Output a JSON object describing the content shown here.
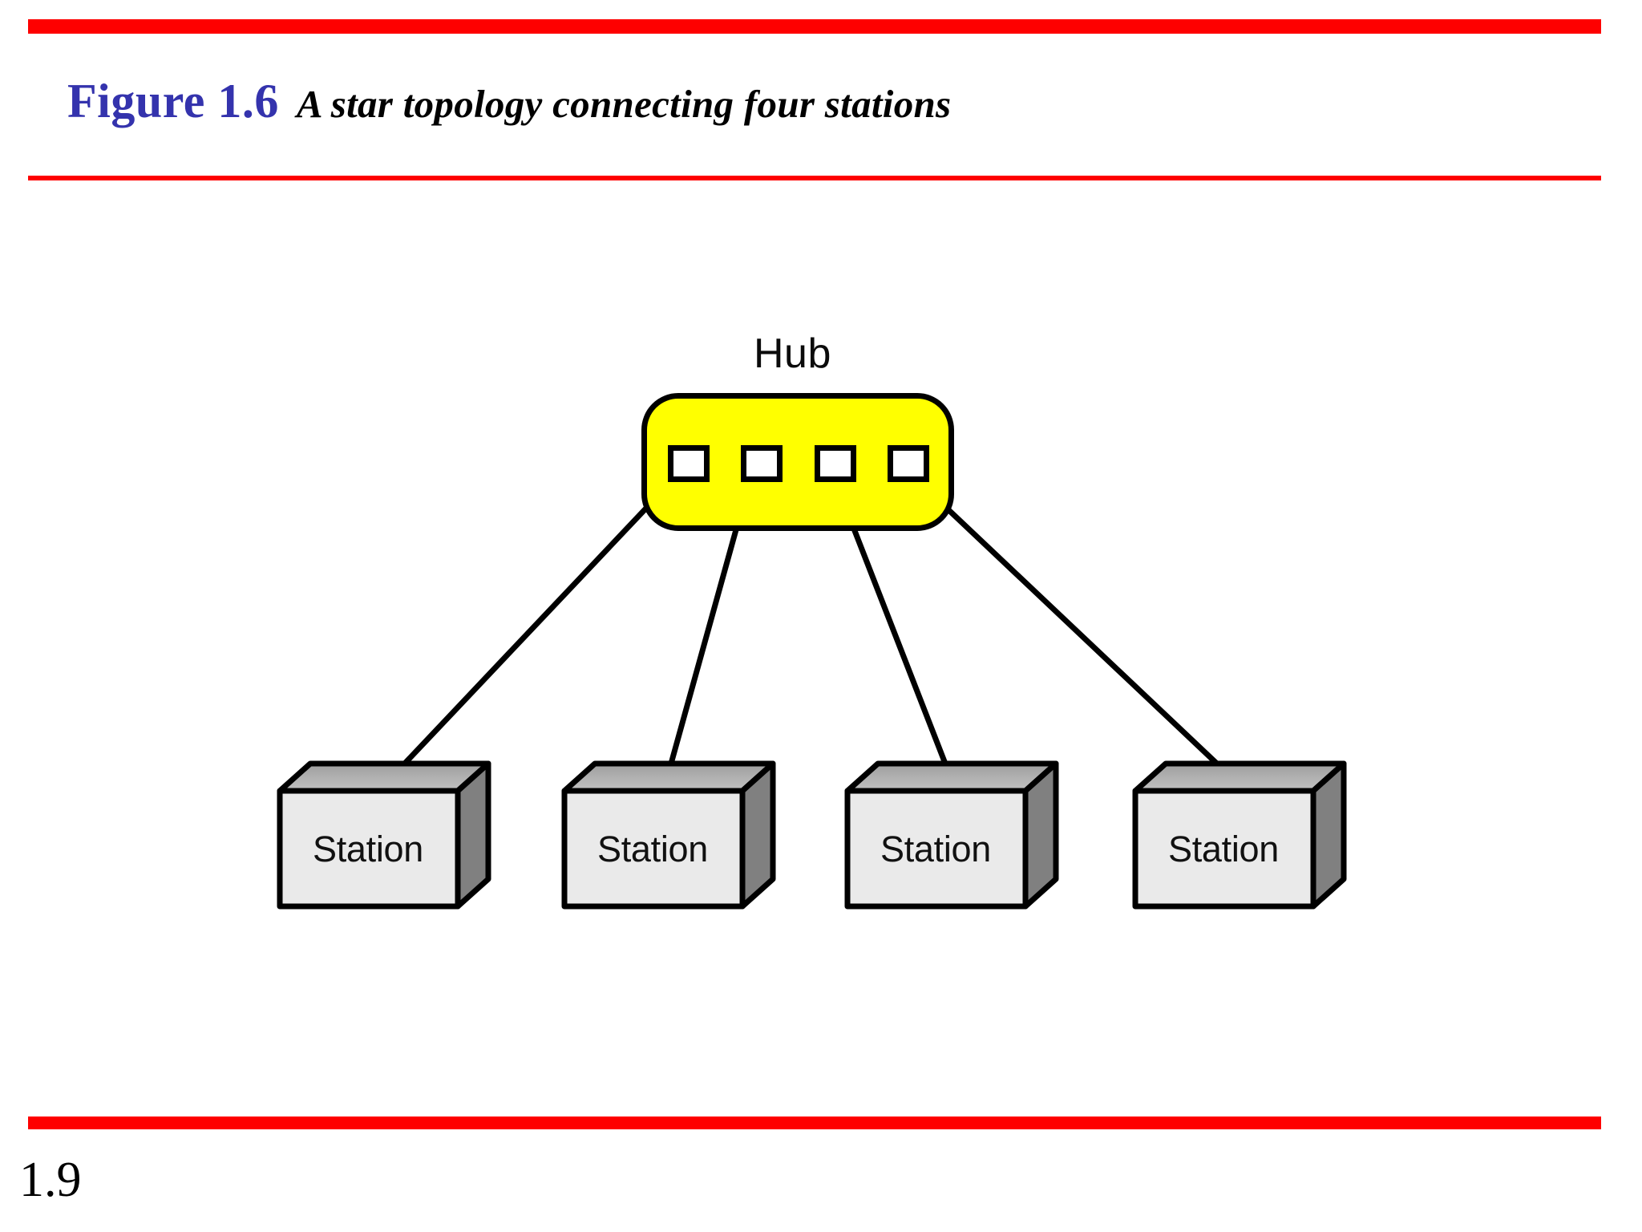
{
  "slide": {
    "background_color": "#ffffff",
    "rule_color": "#fe0000",
    "slide_number": "1.9"
  },
  "header": {
    "figure_number": "Figure 1.6",
    "figure_caption": "A star topology connecting four stations",
    "figure_number_color": "#3433ad",
    "caption_color": "#000000"
  },
  "diagram": {
    "type": "network-topology",
    "topology": "star",
    "hub": {
      "label": "Hub",
      "fill_color": "#ffff00",
      "border_color": "#000000",
      "port_count": 4,
      "port_fill_color": "#ffffff",
      "ports": [
        {
          "index": 1,
          "name": "hub-port-1"
        },
        {
          "index": 2,
          "name": "hub-port-2"
        },
        {
          "index": 3,
          "name": "hub-port-3"
        },
        {
          "index": 4,
          "name": "hub-port-4"
        }
      ]
    },
    "stations": [
      {
        "index": 1,
        "label": "Station"
      },
      {
        "index": 2,
        "label": "Station"
      },
      {
        "index": 3,
        "label": "Station"
      },
      {
        "index": 4,
        "label": "Station"
      }
    ],
    "station_colors": {
      "front_face": "#eaeaea",
      "top_face": "#b2b2b2",
      "side_face": "#808080",
      "outline": "#000000"
    },
    "links": [
      {
        "from": "hub-port-1",
        "to": "station-1"
      },
      {
        "from": "hub-port-2",
        "to": "station-2"
      },
      {
        "from": "hub-port-3",
        "to": "station-3"
      },
      {
        "from": "hub-port-4",
        "to": "station-4"
      }
    ],
    "link_color": "#000000"
  }
}
